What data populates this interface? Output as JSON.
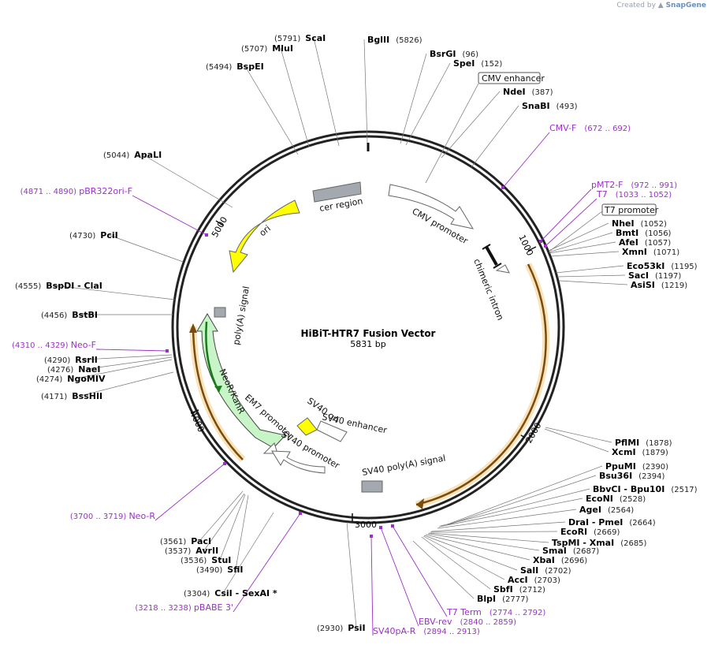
{
  "credit": {
    "text": "Created by",
    "brand": "SnapGene"
  },
  "title": "HiBiT-HTR7 Fusion Vector",
  "length": "5831 bp",
  "ticks": [
    "1000",
    "2000",
    "3000",
    "4000",
    "5000"
  ],
  "boxed_features": [
    "CMV enhancer",
    "T7 promoter"
  ],
  "features": [
    "cer region",
    "CMV promoter",
    "chimeric intron",
    "ori",
    "poly(A) signal",
    "NeoR/KanR",
    "EM7 promoter",
    "SV40 ori",
    "SV40 enhancer",
    "SV40 promoter",
    "SV40 poly(A) signal"
  ],
  "sites": [
    {
      "pos": "(5791)",
      "name": "ScaI"
    },
    {
      "pos": "(5707)",
      "name": "MluI"
    },
    {
      "pos": "(5494)",
      "name": "BspEI"
    },
    {
      "pos": "(5826)",
      "name": "BglII",
      "after": true
    },
    {
      "pos": "(96)",
      "name": "BsrGI",
      "after": true
    },
    {
      "pos": "(152)",
      "name": "SpeI",
      "after": true
    },
    {
      "pos": "(387)",
      "name": "NdeI",
      "after": true
    },
    {
      "pos": "(493)",
      "name": "SnaBI",
      "after": true
    },
    {
      "pos": "(5044)",
      "name": "ApaLI"
    },
    {
      "pos": "(4730)",
      "name": "PciI"
    },
    {
      "pos": "(4555)",
      "name": "BspDI   - ClaI"
    },
    {
      "pos": "(4456)",
      "name": "BstBI"
    },
    {
      "pos": "(4290)",
      "name": "RsrII"
    },
    {
      "pos": "(4276)",
      "name": "NaeI"
    },
    {
      "pos": "(4274)",
      "name": "NgoMIV"
    },
    {
      "pos": "(4171)",
      "name": "BssHII"
    },
    {
      "pos": "(1052)",
      "name": "NheI",
      "after": true
    },
    {
      "pos": "(1056)",
      "name": "BmtI",
      "after": true
    },
    {
      "pos": "(1057)",
      "name": "AfeI",
      "after": true
    },
    {
      "pos": "(1071)",
      "name": "XmnI",
      "after": true
    },
    {
      "pos": "(1195)",
      "name": "Eco53kI",
      "after": true
    },
    {
      "pos": "(1197)",
      "name": "SacI",
      "after": true
    },
    {
      "pos": "(1219)",
      "name": "AsiSI",
      "after": true
    },
    {
      "pos": "(1878)",
      "name": "PflMI",
      "after": true
    },
    {
      "pos": "(1879)",
      "name": "XcmI",
      "after": true
    },
    {
      "pos": "(2390)",
      "name": "PpuMI",
      "after": true
    },
    {
      "pos": "(2394)",
      "name": "Bsu36I",
      "after": true
    },
    {
      "pos": "(2517)",
      "name": "BbvCI   - Bpu10I",
      "after": true
    },
    {
      "pos": "(2528)",
      "name": "EcoNI",
      "after": true
    },
    {
      "pos": "(2564)",
      "name": "AgeI",
      "after": true
    },
    {
      "pos": "(2664)",
      "name": "DraI   - PmeI",
      "after": true
    },
    {
      "pos": "(2669)",
      "name": "EcoRI",
      "after": true
    },
    {
      "pos": "(2685)",
      "name": "TspMI   - XmaI",
      "after": true
    },
    {
      "pos": "(2687)",
      "name": "SmaI",
      "after": true
    },
    {
      "pos": "(2696)",
      "name": "XbaI",
      "after": true
    },
    {
      "pos": "(2702)",
      "name": "SalI",
      "after": true
    },
    {
      "pos": "(2703)",
      "name": "AccI",
      "after": true
    },
    {
      "pos": "(2712)",
      "name": "SbfI",
      "after": true
    },
    {
      "pos": "(2777)",
      "name": "BlpI",
      "after": true
    },
    {
      "pos": "(3561)",
      "name": "PacI"
    },
    {
      "pos": "(3537)",
      "name": "AvrII"
    },
    {
      "pos": "(3536)",
      "name": "StuI"
    },
    {
      "pos": "(3490)",
      "name": "SfiI"
    },
    {
      "pos": "(3304)",
      "name": "CsiI   - SexAI *"
    },
    {
      "pos": "(2930)",
      "name": "PsiI"
    }
  ],
  "primers": [
    {
      "name": "CMV-F",
      "range": "(672 .. 692)"
    },
    {
      "name": "pMT2-F",
      "range": "(972 .. 991)"
    },
    {
      "name": "T7",
      "range": "(1033 .. 1052)"
    },
    {
      "name": "pBR322ori-F",
      "range": "(4871 .. 4890)"
    },
    {
      "name": "Neo-F",
      "range": "(4310 .. 4329)"
    },
    {
      "name": "Neo-R",
      "range": "(3700 .. 3719)"
    },
    {
      "name": "pBABE 3'",
      "range": "(3218 .. 3238)"
    },
    {
      "name": "T7 Term",
      "range": "(2774 .. 2792)"
    },
    {
      "name": "EBV-rev",
      "range": "(2840 .. 2859)"
    },
    {
      "name": "SV40pA-R",
      "range": "(2894 .. 2913)"
    }
  ]
}
